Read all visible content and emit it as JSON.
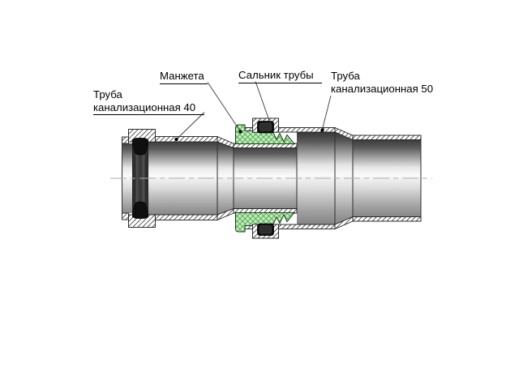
{
  "labels": {
    "cuff": {
      "text": "Манжета"
    },
    "gland": {
      "text": "Сальник трубы"
    },
    "pipe50": {
      "line1": "Труба",
      "line2": "канализационная 50"
    },
    "pipe40": {
      "line1": "Труба",
      "line2": "канализационная 40"
    }
  },
  "colors": {
    "background": "#ffffff",
    "outline": "#1a1a1a",
    "hatch": "#3c3c3c",
    "cuff_fill": "#bdeeb6",
    "cuff_hatch": "#3f8f3f",
    "seal_black": "#101010",
    "centerline": "#aeaeae",
    "leader": "#3a3a3a",
    "label_text": "#000000"
  }
}
